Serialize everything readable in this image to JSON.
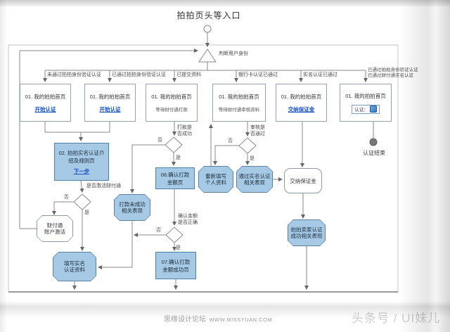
{
  "page": {
    "title": "拍拍页头等入口",
    "judge_label": "判断用户身份",
    "end_label": "认证结束"
  },
  "branches": [
    {
      "label": "未通过拍拍身份验证认证",
      "box_title": "01. 我的拍拍首页",
      "link": "开始认证"
    },
    {
      "label": "已通过拍拍身份验证认证",
      "box_title": "01. 我的拍拍首页",
      "link": "开始认证"
    },
    {
      "label": "已提交资料",
      "box_title": "01. 我的拍拍首页",
      "sub": "等待财付通打款"
    },
    {
      "label": "银行卡认证已通过",
      "box_title": "01. 我的拍拍首页",
      "sub": "等待财付通审核资料"
    },
    {
      "label": "实名认证已通过",
      "box_title": "01. 我的拍拍首页",
      "link": "交纳保证金"
    },
    {
      "label": "已通过拍拍身份验证认证",
      "label2": "已通过财付通实名认证",
      "box_title": "01. 我的拍拍首页",
      "badge_label": "认证："
    }
  ],
  "nodes": {
    "step02": {
      "line1": "02. 拍拍实名认证介",
      "line2": "绍及规则页",
      "link": "下一步"
    },
    "d_activate": {
      "q": "是否激活财付通",
      "yes": "是",
      "no": "否"
    },
    "tenpay_activate": {
      "lines": [
        "财付通",
        "账户激活"
      ]
    },
    "fill_info": {
      "lines": [
        "填写实名",
        "认证资料"
      ]
    },
    "d_payment": {
      "q1": "打款是",
      "q2": "否成功",
      "yes": "是",
      "no": "否"
    },
    "payment_fail": {
      "lines": [
        "打款未成功",
        "相关表现"
      ]
    },
    "box06": {
      "lines": [
        "06.确认打款",
        "金额页"
      ]
    },
    "d_amount": {
      "q1": "确认金额",
      "q2": "是否正确",
      "yes": "是",
      "no": "否"
    },
    "box07": {
      "lines": [
        "07.确认打款",
        "金额成功页"
      ]
    },
    "d_review": {
      "q1": "审核是",
      "q2": "否通过",
      "yes": "是",
      "no": "否"
    },
    "refill": {
      "lines": [
        "重新填写",
        "个人资料"
      ]
    },
    "pass_display": {
      "lines": [
        "通过实名认证",
        "相关表现"
      ]
    },
    "pay_deposit": {
      "label": "交纳保证金"
    },
    "seller_success": {
      "lines": [
        "拍拍卖家认证",
        "成功相关表现"
      ]
    }
  },
  "footer": {
    "watermark_site": "思缘设计论坛",
    "watermark_url": "WWW.MISSYUAN.COM",
    "watermark_right": "头条号 / UI妹儿"
  },
  "colors": {
    "node_fill": "#a6c9e6",
    "node_border": "#4f81a8",
    "connector": "#8a8a8a",
    "link": "#1451c8",
    "end_dot": "#777777"
  }
}
